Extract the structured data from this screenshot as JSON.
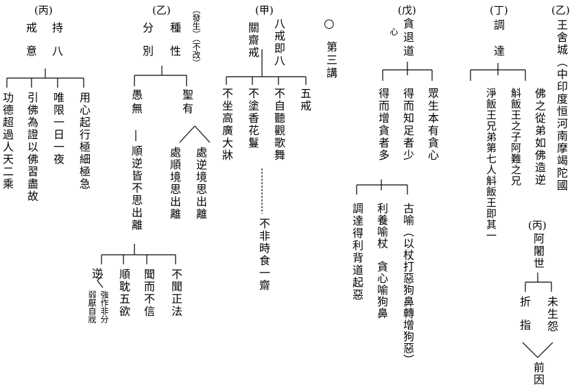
{
  "sec_yi_right": {
    "label": "(乙)",
    "title": "王舍城（中印度恒河南摩竭陀國",
    "text_1": "佛之從弟如佛造逆",
    "text_2": "斛飯王之子阿難之兄",
    "text_3": "淨飯王兄弟第七人斛飯王即其一"
  },
  "sec_ding": {
    "label": "(丁)",
    "title": "調達"
  },
  "sec_bing_ajase": {
    "label": "(丙)",
    "name": "阿闍世",
    "left_branch": "折指",
    "right_branch": "未生怨",
    "bottom": "前因"
  },
  "sec_wu": {
    "label": "(戊)",
    "title": "貪退道",
    "note": "心",
    "items": [
      "眾生本有貪心",
      "得而知足者少",
      "得而增貪者多"
    ],
    "sub_items": [
      "古喻（以杖打惡狗鼻轉增狗惡）",
      "利養喻杖　貪心喻狗鼻",
      "調達得利背道起惡"
    ]
  },
  "lecture": {
    "circle": "○",
    "title": "第三講"
  },
  "sec_jia": {
    "label": "(甲)",
    "col_1": "八戒即八",
    "col_2": "關齋戒",
    "items": [
      "五戒",
      "不自聽觀歌舞",
      "不塗香花鬘",
      "不坐高廣大牀"
    ],
    "extra": "不非時食一齋"
  },
  "sec_yi_left": {
    "label": "(乙)",
    "col_1": "種性",
    "col_2": "分別",
    "side_note": "（發生）（不改）",
    "left": "聖有",
    "right": "愚無",
    "sheng_sub": [
      "處逆境思出離",
      "處順境思出離"
    ],
    "yu_detail": "順逆皆不思出離",
    "yu_items": [
      "不聞正法",
      "聞而不信",
      "順耽五欲"
    ],
    "ni_label": "逆",
    "ni_sub": [
      "強作非分",
      "弱厭自戕"
    ]
  },
  "sec_bing_left": {
    "label": "(丙)",
    "col_1": "持八",
    "col_2": "戒意",
    "items": [
      "用心起行極細極急",
      "唯限一日一夜",
      "引佛為證以佛習盡故",
      "功德超過人天二乘"
    ]
  }
}
